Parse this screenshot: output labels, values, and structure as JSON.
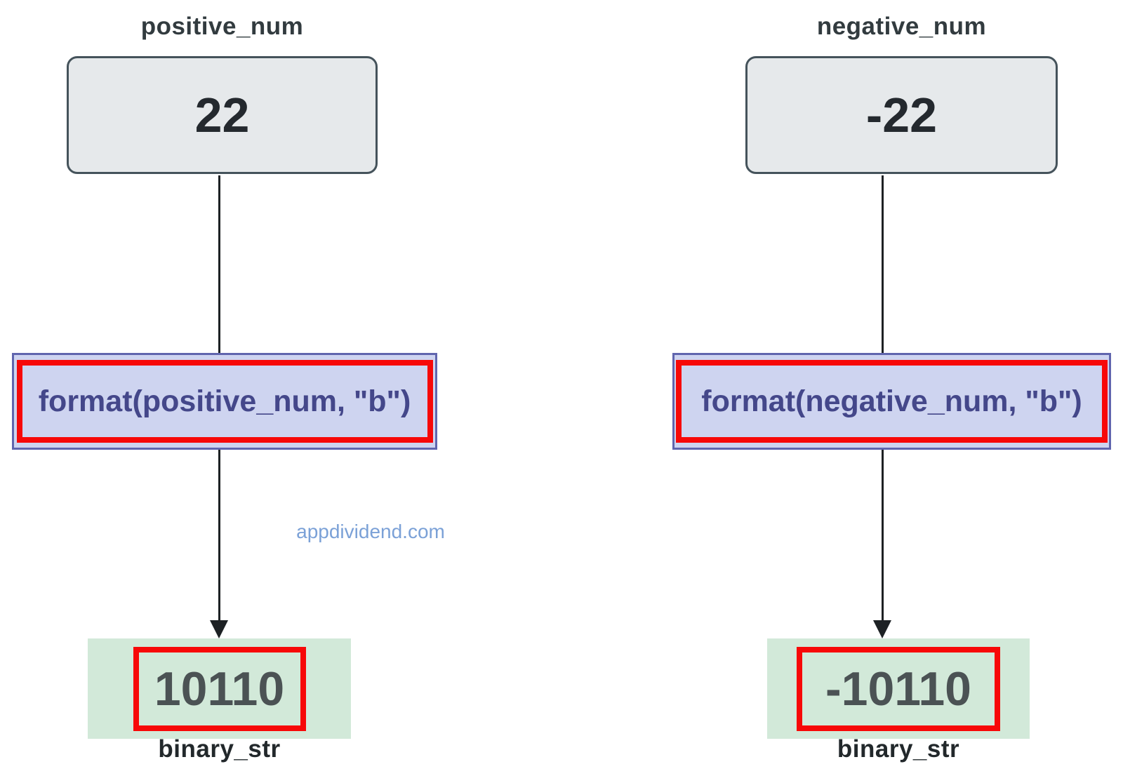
{
  "watermark": {
    "text": "appdividend.com"
  },
  "columns": [
    {
      "var_label": "positive_num",
      "value": "22",
      "format_call": "format(positive_num, \"b\")",
      "result": "10110",
      "result_label": "binary_str"
    },
    {
      "var_label": "negative_num",
      "value": "-22",
      "format_call": "format(negative_num, \"b\")",
      "result": "-10110",
      "result_label": "binary_str"
    }
  ],
  "colors": {
    "background": "#ffffff",
    "value_box_fill": "#e6e9eb",
    "value_box_border": "#45535b",
    "value_text": "#24292e",
    "format_box_fill": "#ced4f0",
    "format_box_border": "#6065ae",
    "format_text": "#44478a",
    "highlight_red": "#f70808",
    "result_box_fill": "#d2e9d9",
    "result_text": "#4b5254",
    "label_text": "#323b3f",
    "connector": "#1d2124",
    "watermark_text": "#7ba1d7"
  }
}
